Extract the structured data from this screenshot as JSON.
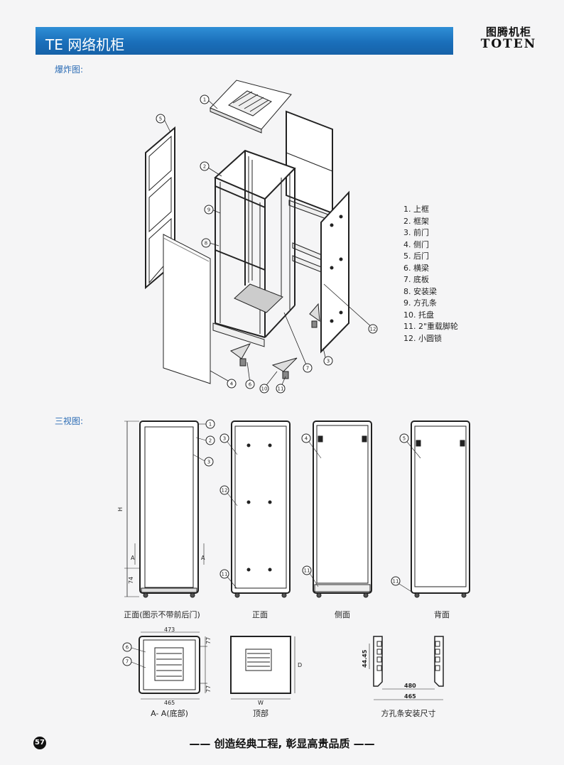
{
  "header": {
    "title": "TE 网络机柜"
  },
  "brand": {
    "cn": "图腾机柜",
    "en": "TOTEN"
  },
  "sections": {
    "exploded": "爆炸图:",
    "three_view": "三视图:"
  },
  "legend": [
    "1. 上框",
    "2. 框架",
    "3. 前门",
    "4. 侧门",
    "5. 后门",
    "6. 横梁",
    "7. 底板",
    "8. 安装梁",
    "9. 方孔条",
    "10. 托盘",
    "11. 2\"重载脚轮",
    "12. 小圆锁"
  ],
  "callouts": [
    "1",
    "2",
    "3",
    "4",
    "5",
    "6",
    "7",
    "8",
    "9",
    "10",
    "11",
    "12"
  ],
  "views": {
    "front_no_door": "正面(图示不带前后门)",
    "front": "正面",
    "side": "侧面",
    "back": "背面",
    "section_aa": "A- A(底部)",
    "top": "顶部",
    "rail_dims": "方孔条安装尺寸"
  },
  "dimensions": {
    "h": "H",
    "a": "A",
    "base": "74",
    "w": "W",
    "d": "D",
    "w473": "473",
    "w465": "465",
    "d77": "77",
    "u": "44.45",
    "r480": "480",
    "r465": "465"
  },
  "footer": {
    "slogan": "—— 创造经典工程, 彰显高贵品质 ——",
    "page": "57"
  }
}
